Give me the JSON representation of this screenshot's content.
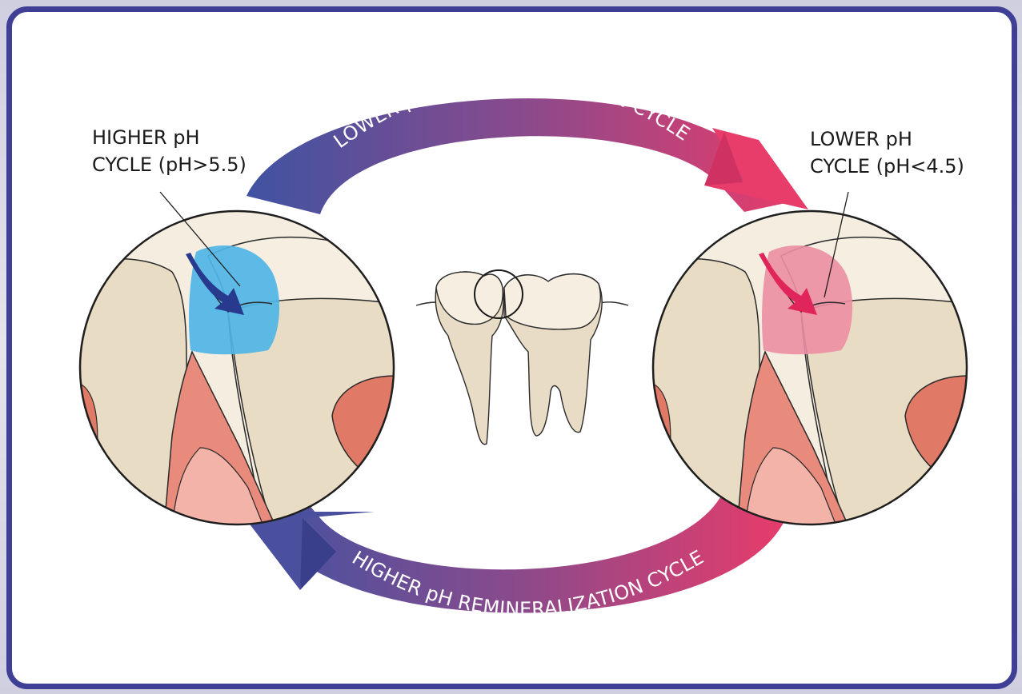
{
  "labels": {
    "left_line1": "HIGHER pH",
    "left_line2": "CYCLE (pH>5.5)",
    "right_line1": "LOWER pH",
    "right_line2": "CYCLE (pH<4.5)"
  },
  "cycles": {
    "top": "LOWER pH DEMINERALIZATION CYCLE",
    "bottom": "HIGHER pH REMINERALIZATION CYCLE"
  },
  "colors": {
    "frame_border": "#3e3f95",
    "cycle_gradient_start": "#3f53a2",
    "cycle_gradient_mid": "#8a4a8c",
    "cycle_gradient_end": "#e83c6a",
    "enamel": "#f6eee1",
    "dentin": "#e9dcc4",
    "pulp": "#e07a66",
    "gum": "#f0a79c",
    "remineral_patch": "#4fb5e6",
    "remineral_arrow": "#273a8e",
    "demineral_patch": "#ec8ea3",
    "demineral_arrow": "#e0255b"
  },
  "icons": {
    "left_circle": "tooth-closeup-icon",
    "right_circle": "tooth-closeup-icon",
    "center": "molar-pair-icon"
  }
}
